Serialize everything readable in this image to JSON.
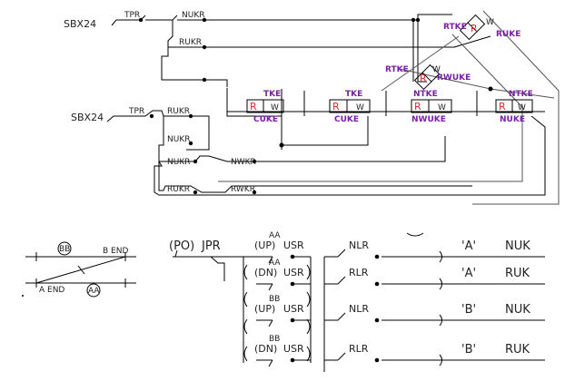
{
  "top": {
    "sbx_upper": "SBX24",
    "sbx_lower": "SBX24",
    "tpr_upper": "TPR",
    "tpr_lower": "TPR",
    "nukr_upper": "NUKR",
    "rukr_upper": "RUKR",
    "rukr_lower_a": "RUKR",
    "nukr_lower_a": "NUKR",
    "nukr_lower_b": "NUKR",
    "nwkr": "NWKR",
    "rukr_lower_b": "RUKR",
    "rwkr": "RWKR"
  },
  "track": {
    "rtke": "RTKE",
    "ruke": "RUKE",
    "rtke2": "RTKE",
    "rwuke": "RWUKE",
    "tke1": "TKE",
    "tke2": "TKE",
    "ntke1": "NTKE",
    "ntke2": "NTKE",
    "cuke1": "CUKE",
    "cuke2": "CUKE",
    "nwuke": "NWUKE",
    "nuke": "NUKE",
    "r": "R",
    "w": "W"
  },
  "legend": {
    "bb": "BB",
    "aa": "AA",
    "b_end": "B END",
    "a_end": "A END"
  },
  "bottom": {
    "po": "(PO)",
    "jpr": "JPR",
    "rows": [
      {
        "top": "AA",
        "dir": "(UP)",
        "usr": "USR",
        "relay": "NLR",
        "route": "'A'",
        "out": "NUK"
      },
      {
        "top": "AA",
        "dir": "(DN)",
        "usr": "USR",
        "relay": "RLR",
        "route": "'A'",
        "out": "RUK"
      },
      {
        "top": "BB",
        "dir": "(UP)",
        "usr": "USR",
        "relay": "NLR",
        "route": "'B'",
        "out": "NUK"
      },
      {
        "top": "BB",
        "dir": "(DN)",
        "usr": "USR",
        "relay": "RLR",
        "route": "'B'",
        "out": "RUK"
      }
    ]
  }
}
